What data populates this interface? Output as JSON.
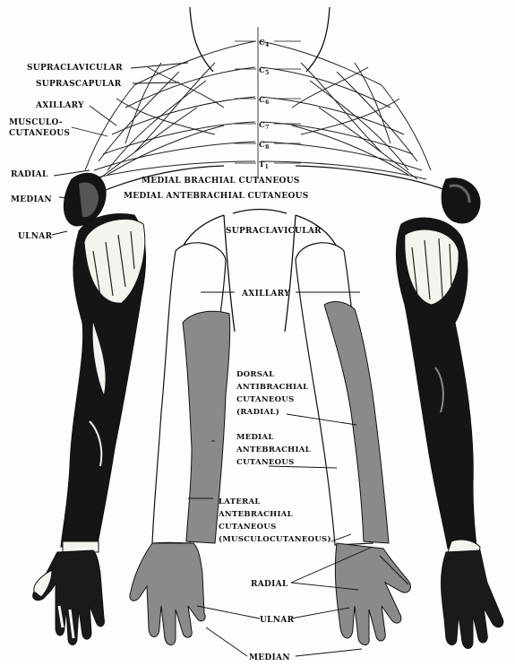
{
  "roots": [
    {
      "label": "C",
      "sub": "4"
    },
    {
      "label": "C",
      "sub": "5"
    },
    {
      "label": "C",
      "sub": "6"
    },
    {
      "label": "C",
      "sub": "7"
    },
    {
      "label": "C",
      "sub": "8"
    },
    {
      "label": "T",
      "sub": "1"
    }
  ],
  "nerve_labels": {
    "supraclavicular_top": "SUPRACLAVICULAR",
    "suprascapular": "SUPRASCAPULAR",
    "axillary_top": "AXILLARY",
    "musculocutaneous_l1": "MUSCULO-",
    "musculocutaneous_l2": "CUTANEOUS",
    "radial_top": "RADIAL",
    "median_top": "MEDIAN",
    "ulnar_top": "ULNAR",
    "medial_brachial": "MEDIAL BRACHIAL  CUTANEOUS",
    "medial_antebrachial": "MEDIAL ANTEBRACHIAL CUTANEOUS",
    "supraclavicular_mid": "SUPRACLAVICULAR",
    "axillary_mid": "AXILLARY",
    "dorsal_l1": "DORSAL",
    "dorsal_l2": "ANTIBRACHIAL",
    "dorsal_l3": "CUTANEOUS",
    "dorsal_l4": "(RADIAL)",
    "medial_ante_l1": "MEDIAL",
    "medial_ante_l2": "ANTEBRACHIAL",
    "medial_ante_l3": "CUTANEOUS",
    "lateral_l1": "LATERAL",
    "lateral_l2": "ANTEBRACHIAL",
    "lateral_l3": "CUTANEOUS",
    "lateral_l4": "(MUSCULOCUTANEOUS)",
    "radial_bottom": "RADIAL",
    "ulnar_bottom": "ULNAR",
    "median_bottom": "MEDIAN"
  },
  "colors": {
    "ink": "#111111",
    "shade": "#8a8a8a",
    "dark": "#141414"
  }
}
